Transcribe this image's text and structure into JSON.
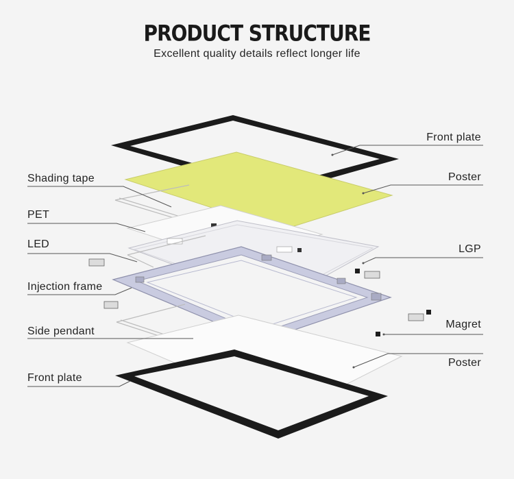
{
  "header": {
    "title": "PRODUCT STRUCTURE",
    "subtitle": "Excellent quality details reflect longer life"
  },
  "labels_left": {
    "shading_tape": "Shading tape",
    "pet": "PET",
    "led": "LED",
    "injection_frame": "Injection frame",
    "side_pendant": "Side pendant",
    "front_plate": "Front plate"
  },
  "labels_right": {
    "front_plate": "Front plate",
    "poster_top": "Poster",
    "lgp": "LGP",
    "magret": "Magret",
    "poster_bottom": "Poster"
  },
  "colors": {
    "background": "#f4f4f4",
    "front_plate": "#1b1b1b",
    "poster_yellow": "#e2e87a",
    "frame_metal": "#c9cbe0",
    "leader_line": "#555555"
  }
}
